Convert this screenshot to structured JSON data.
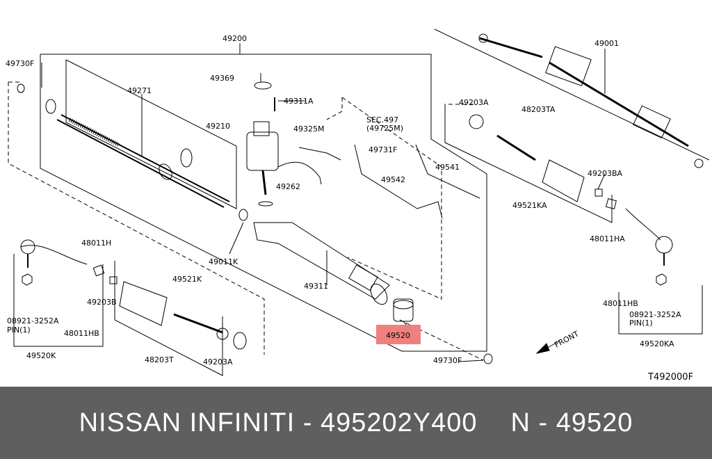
{
  "diagram": {
    "labels": {
      "p49200": "49200",
      "p49730F_top": "49730F",
      "p49271": "49271",
      "p49369": "49369",
      "p49311A": "49311A",
      "p49210": "49210",
      "p49325M": "49325M",
      "sec497": "SEC.497",
      "sec497b": "(49725M)",
      "p49731F": "49731F",
      "p49541": "49541",
      "p49542": "49542",
      "p49262": "49262",
      "p49011K": "49011K",
      "p49311": "49311",
      "p48011H": "48011H",
      "p49203B": "49203B",
      "p49521K": "49521K",
      "p08921_left": "08921-3252A",
      "pin_left": "PIN(1)",
      "p48011HB_left": "48011HB",
      "p49520K": "49520K",
      "p48203T": "48203T",
      "p49203A_left": "49203A",
      "p49520": "49520",
      "p49730F_bottom": "49730F",
      "p49001": "49001",
      "p49203A_right": "49203A",
      "p48203TA": "48203TA",
      "p49203BA": "49203BA",
      "p49521KA": "49521KA",
      "p48011HA": "48011HA",
      "p48011HB_right": "48011HB",
      "p08921_right": "08921-3252A",
      "pin_right": "PIN(1)",
      "p49520KA": "49520KA",
      "front": "FRONT",
      "code": "T492000F"
    },
    "highlight_color": "#f08080"
  },
  "banner": {
    "brand": "NISSAN  INFINITI - 495202Y400",
    "ref": "N - 49520",
    "background": "#5f5f5f"
  }
}
